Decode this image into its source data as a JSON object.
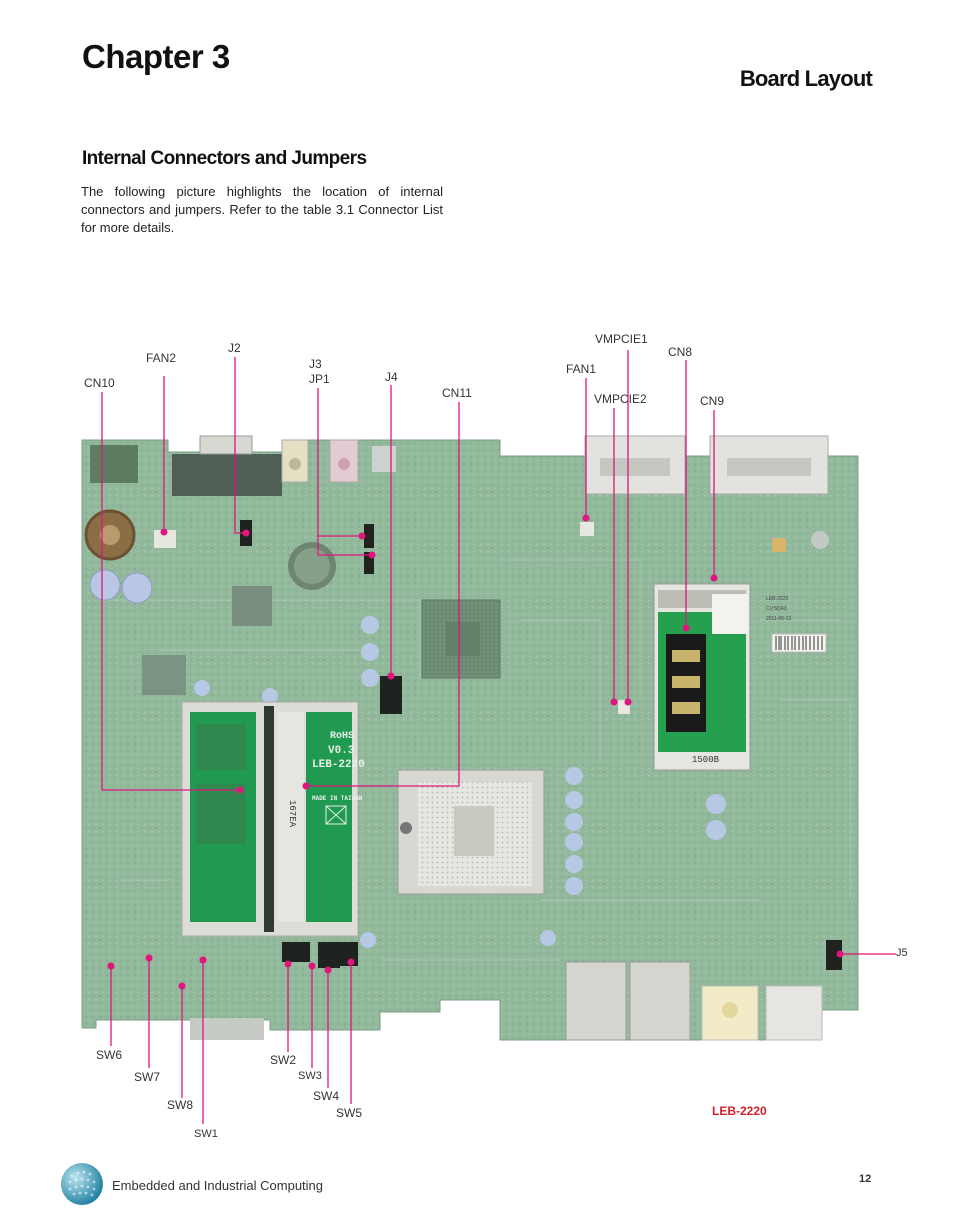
{
  "header": {
    "chapter": "Chapter 3",
    "section": "Board Layout"
  },
  "content": {
    "subheading": "Internal Connectors and Jumpers",
    "intro": "The following picture highlights the location of internal connectors and jumpers. Refer to the table 3.1 Connector List for more details."
  },
  "figure": {
    "model_label": "LEB-2220",
    "model_color": "#d0202a",
    "callout_color": "#e0157d",
    "board_color": "#8fb79a",
    "sodimm_text": [
      "RoHS",
      "V0.3",
      "LEB-2220",
      "MADE IN TAIWAN",
      "167EA"
    ],
    "card_text": [
      "LEB-2220",
      "CV:5DA3",
      "2011-06-13",
      "1500B"
    ],
    "labels": {
      "cn10": "CN10",
      "fan2": "FAN2",
      "j2": "J2",
      "j3": "J3",
      "jp1": "JP1",
      "j4": "J4",
      "cn11": "CN11",
      "fan1": "FAN1",
      "vmpcie1": "VMPCIE1",
      "vmpcie2": "VMPCIE2",
      "cn8": "CN8",
      "cn9": "CN9",
      "j5": "J5",
      "sw6": "SW6",
      "sw7": "SW7",
      "sw8": "SW8",
      "sw1": "SW1",
      "sw2": "SW2",
      "sw3": "SW3",
      "sw4": "SW4",
      "sw5": "SW5"
    }
  },
  "footer": {
    "text": "Embedded and Industrial Computing",
    "page": "12"
  }
}
